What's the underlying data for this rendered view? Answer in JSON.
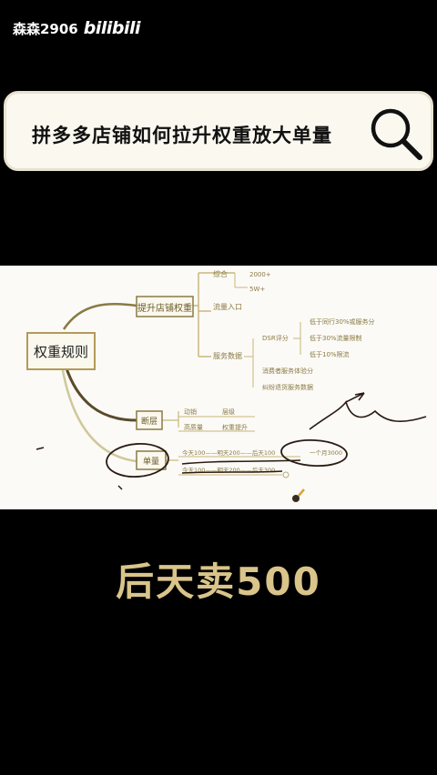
{
  "watermark": {
    "user": "森森2906",
    "logo": "bilibili"
  },
  "search": {
    "query": "拼多多店铺如何拉升权重放大单量",
    "icon": "search-icon"
  },
  "mindmap": {
    "root": "权重规则",
    "branch1": "提升店铺权重",
    "branch1_sub1": "综合",
    "branch1_sub1_a": "2000+",
    "branch1_sub1_b": "5W+",
    "branch1_sub2": "流量入口",
    "branch1_sub3": "服务数据",
    "branch1_sub3_a": "DSR评分",
    "branch1_sub3_a1": "低于同行30%或服务分",
    "branch1_sub3_a2": "低于30%流量限制",
    "branch1_sub3_a3": "低于10%限流",
    "branch1_sub3_b": "消费者服务体验分",
    "branch1_sub3_c": "纠纷退货服务数据",
    "branch2": "断层",
    "branch2_a": "动销",
    "branch2_b": "层级",
    "branch2_c": "高质量",
    "branch2_d": "权重提升",
    "branch3": "单量",
    "branch3_a": "今天100——明天200——后天100",
    "branch3_b": "今天100——明天200——后天300",
    "branch3_c": "一个月3000"
  },
  "caption": "后天卖500"
}
